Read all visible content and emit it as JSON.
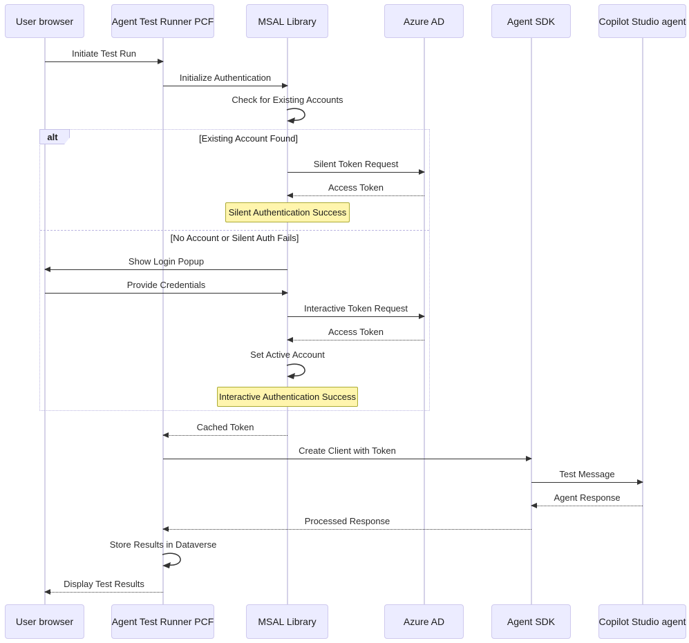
{
  "actors": [
    {
      "label": "User browser"
    },
    {
      "label": "Agent Test Runner PCF"
    },
    {
      "label": "MSAL Library"
    },
    {
      "label": "Azure AD"
    },
    {
      "label": "Agent SDK"
    },
    {
      "label": "Copilot Studio agent"
    }
  ],
  "messages": [
    {
      "label": "Initiate Test Run",
      "from": "User browser",
      "to": "Agent Test Runner PCF",
      "line": "solid"
    },
    {
      "label": "Initialize Authentication",
      "from": "Agent Test Runner PCF",
      "to": "MSAL Library",
      "line": "solid"
    },
    {
      "label": "Check for Existing Accounts",
      "from": "MSAL Library",
      "to": "MSAL Library",
      "line": "self"
    },
    {
      "label": "Silent Token Request",
      "from": "MSAL Library",
      "to": "Azure AD",
      "line": "solid"
    },
    {
      "label": "Access Token",
      "from": "Azure AD",
      "to": "MSAL Library",
      "line": "dotted"
    },
    {
      "label": "Show Login Popup",
      "from": "MSAL Library",
      "to": "User browser",
      "line": "solid"
    },
    {
      "label": "Provide Credentials",
      "from": "User browser",
      "to": "MSAL Library",
      "line": "solid"
    },
    {
      "label": "Interactive Token Request",
      "from": "MSAL Library",
      "to": "Azure AD",
      "line": "solid"
    },
    {
      "label": "Access Token",
      "from": "Azure AD",
      "to": "MSAL Library",
      "line": "dotted"
    },
    {
      "label": "Set Active Account",
      "from": "MSAL Library",
      "to": "MSAL Library",
      "line": "self"
    },
    {
      "label": "Cached Token",
      "from": "MSAL Library",
      "to": "Agent Test Runner PCF",
      "line": "dotted"
    },
    {
      "label": "Create Client with Token",
      "from": "Agent Test Runner PCF",
      "to": "Agent SDK",
      "line": "solid"
    },
    {
      "label": "Test Message",
      "from": "Agent SDK",
      "to": "Copilot Studio agent",
      "line": "solid"
    },
    {
      "label": "Agent Response",
      "from": "Copilot Studio agent",
      "to": "Agent SDK",
      "line": "dotted"
    },
    {
      "label": "Processed Response",
      "from": "Agent SDK",
      "to": "Agent Test Runner PCF",
      "line": "dotted"
    },
    {
      "label": "Store Results in Dataverse",
      "from": "Agent Test Runner PCF",
      "to": "Agent Test Runner PCF",
      "line": "self"
    },
    {
      "label": "Display Test Results",
      "from": "Agent Test Runner PCF",
      "to": "User browser",
      "line": "dotted"
    }
  ],
  "alt_frame": {
    "label": "alt",
    "conditions": [
      "[Existing Account Found]",
      "[No Account or Silent Auth Fails]"
    ]
  },
  "notes": [
    {
      "text": "Silent Authentication Success"
    },
    {
      "text": "Interactive Authentication Success"
    }
  ],
  "colors": {
    "actor_fill": "#ECECFF",
    "actor_border": "#CFC9EE",
    "note_fill": "#FFF5AD",
    "note_border": "#AAAA33",
    "lifeline": "#D5D2E8",
    "arrow": "#333333",
    "frame_border": "#B9B3E0"
  }
}
